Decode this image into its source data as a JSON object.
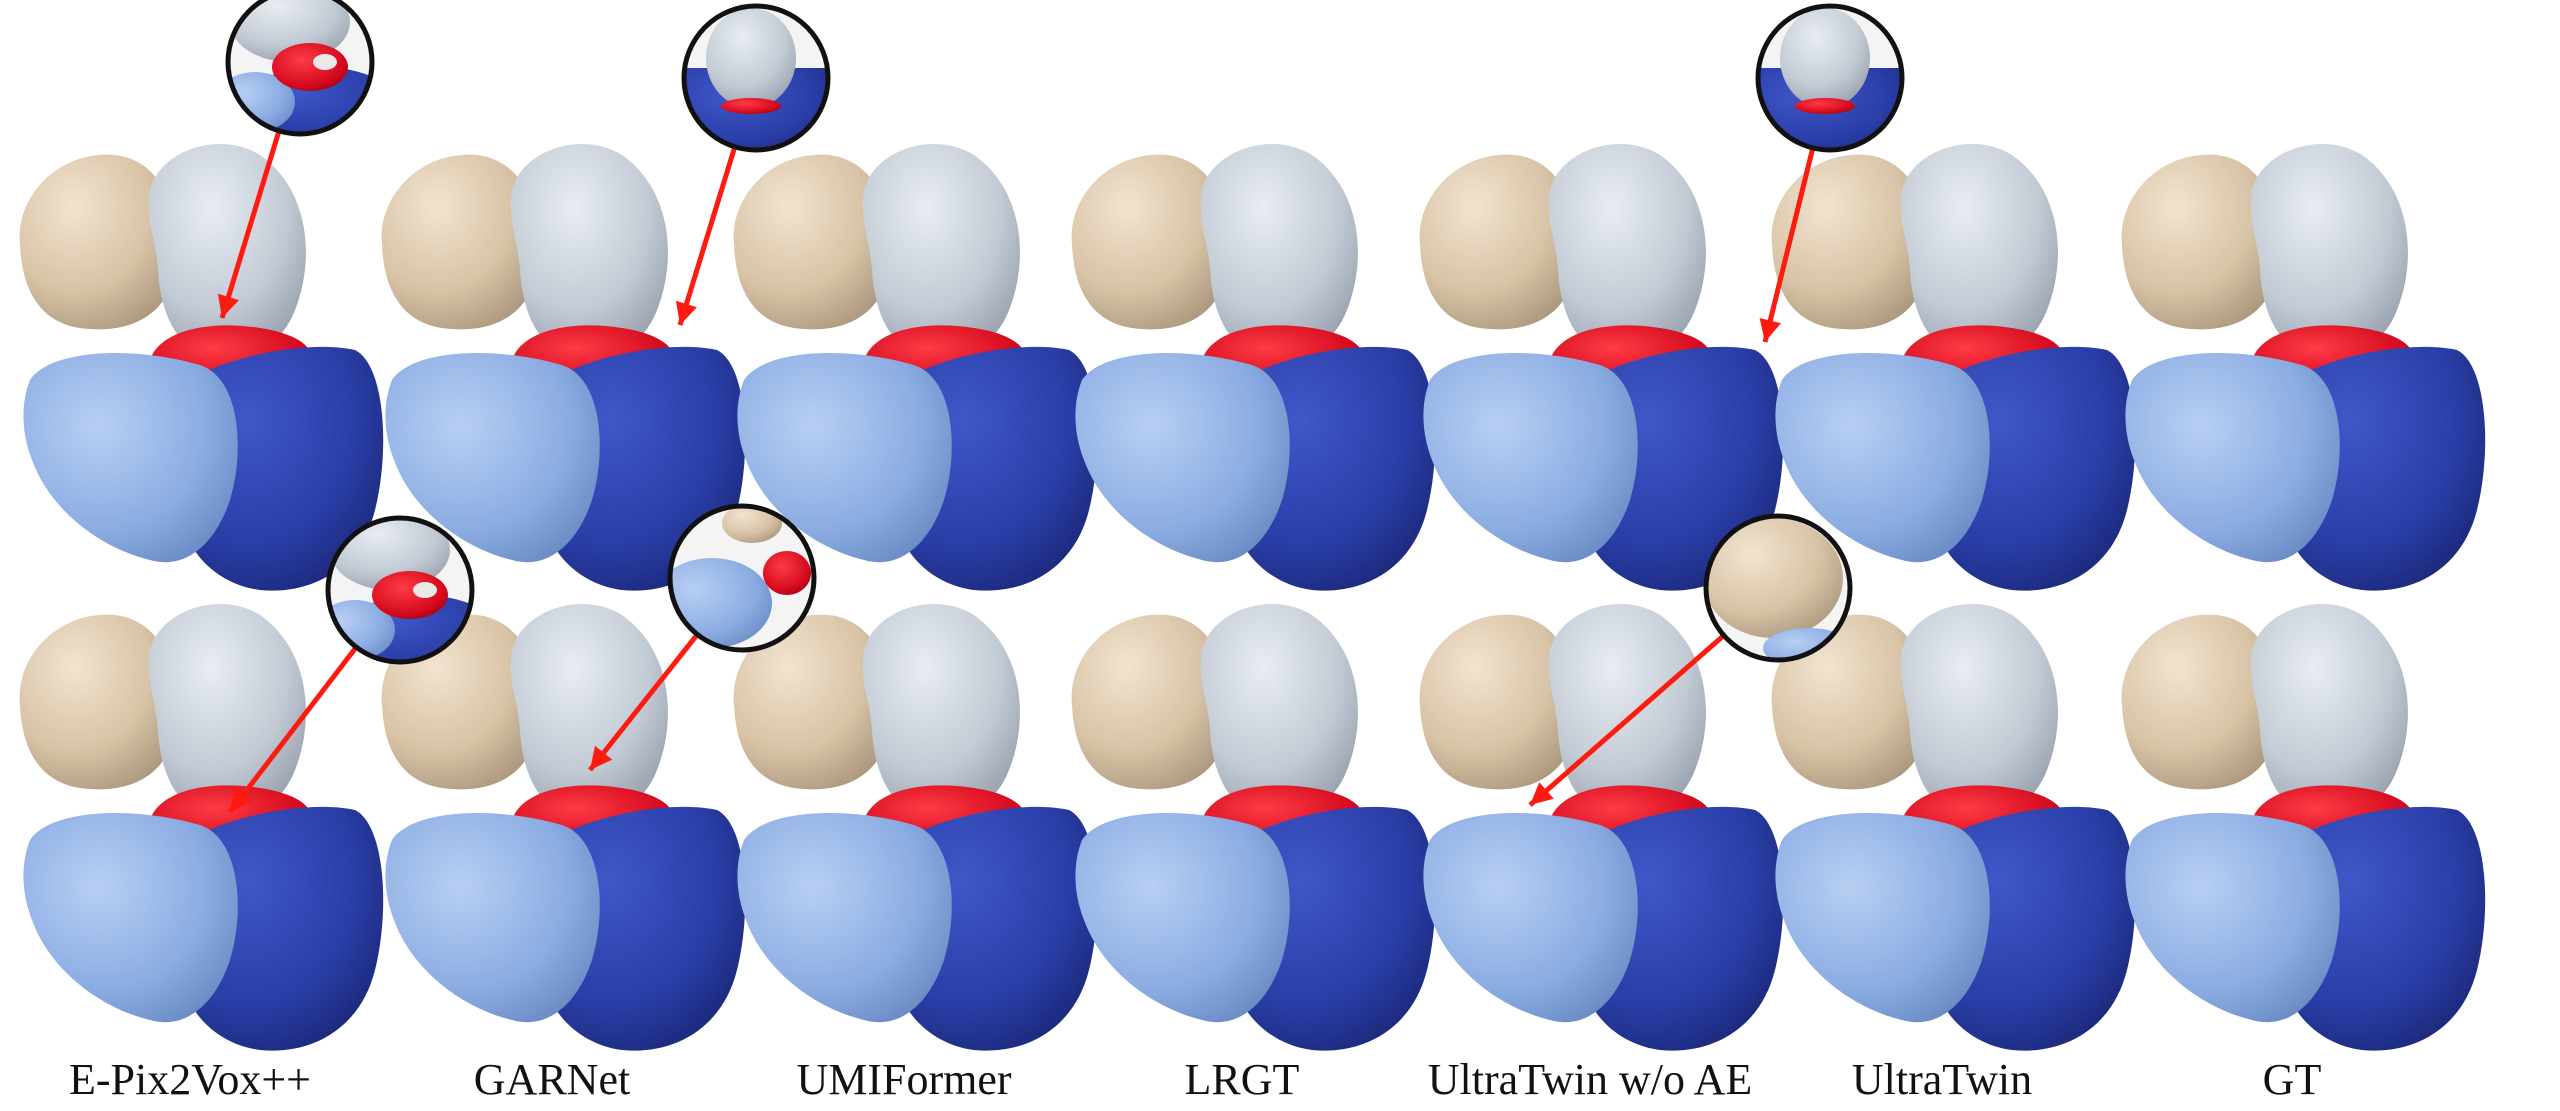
{
  "figure": {
    "methods": [
      {
        "label": "E-Pix2Vox++"
      },
      {
        "label": "GARNet"
      },
      {
        "label": "UMIFormer"
      },
      {
        "label": "LRGT"
      },
      {
        "label": "UltraTwin w/o AE"
      },
      {
        "label": "UltraTwin"
      },
      {
        "label": "GT"
      }
    ],
    "rows": 2,
    "colors": {
      "left_atrium": "#ddcab0",
      "right_atrium": "#c8d0d9",
      "right_ventricle": "#8fb1e6",
      "left_ventricle": "#2a3ea8",
      "aorta": "#d2081c",
      "arrow": "#ff1a10",
      "zoom_ring": "#111111"
    }
  }
}
